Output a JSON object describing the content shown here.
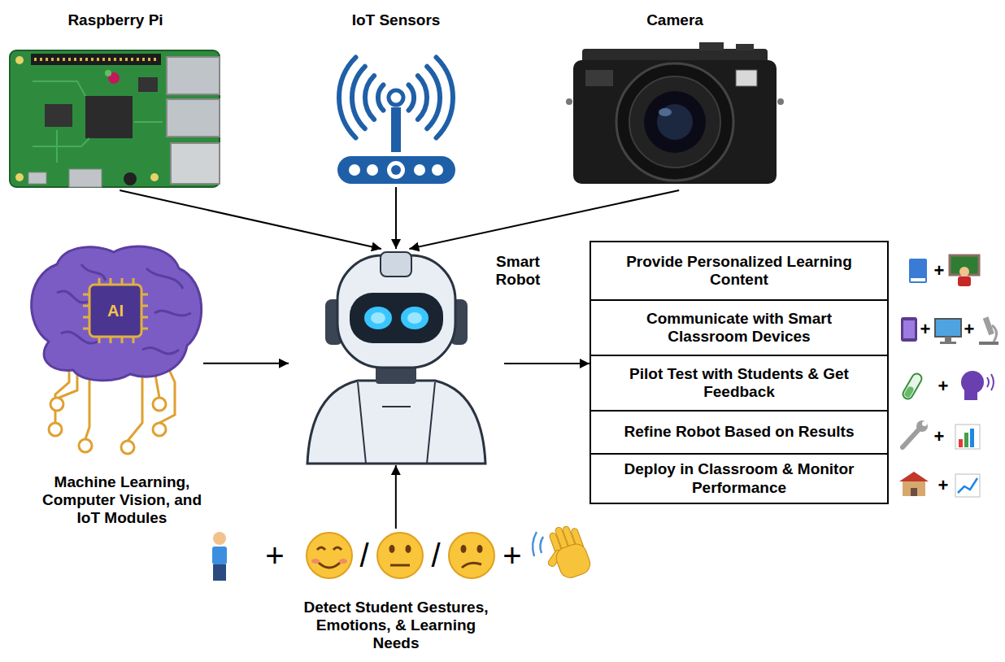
{
  "diagram": {
    "nodes": [
      {
        "text": [
          "Raspberry Pi"
        ]
      },
      {
        "text": [
          "IoT Sensors"
        ]
      },
      {
        "text": [
          "Camera"
        ]
      },
      {
        "text": [
          "Machine Learning, Computer Vision, and IoT Modules"
        ]
      },
      {
        "text": [
          "Smart Robot"
        ]
      },
      {
        "text": [
          "Provide Personalized Learning Content"
        ]
      },
      {
        "text": [
          "Communicate with Smart Classroom Devices"
        ]
      },
      {
        "text": [
          "Pilot Test with Students & Get Feedback"
        ]
      },
      {
        "text": [
          "Refine Robot Based on Results"
        ]
      },
      {
        "text": [
          "Deploy in Classroom & Monitor Performance"
        ]
      },
      {
        "text": [
          "Detect Student Gestures, Emotions, & Learning Needs"
        ]
      }
    ],
    "edges": [
      {
        "from": 0,
        "to": 4,
        "arrow": "to"
      },
      {
        "from": 1,
        "to": 4,
        "arrow": "to"
      },
      {
        "from": 2,
        "to": 4,
        "arrow": "to"
      },
      {
        "from": 3,
        "to": 4,
        "arrow": "to"
      },
      {
        "from": 4,
        "to": 7,
        "arrow": "to"
      },
      {
        "from": 10,
        "to": 4,
        "arrow": "to"
      }
    ],
    "labels": [
      "AI",
      "+",
      "/",
      "/",
      "+",
      "+",
      "+",
      "+",
      "+",
      "+",
      "+"
    ]
  }
}
